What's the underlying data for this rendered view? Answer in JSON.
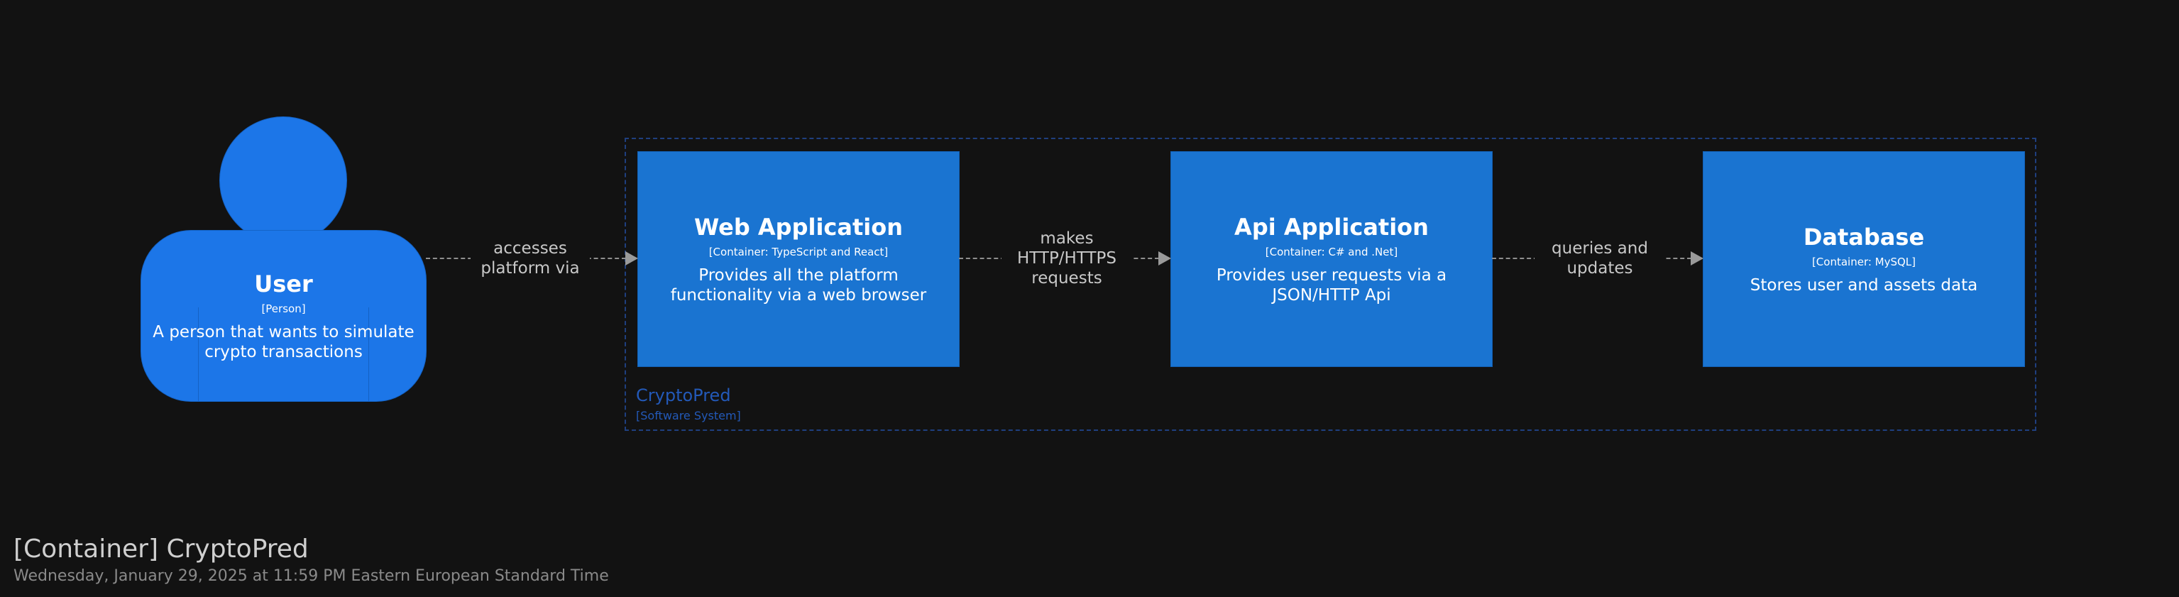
{
  "diagram": {
    "boundary": {
      "name": "CryptoPred",
      "type": "[Software System]"
    },
    "nodes": {
      "user": {
        "title": "User",
        "type": "[Person]",
        "description": "A person that wants to simulate crypto transactions"
      },
      "web_app": {
        "title": "Web Application",
        "type": "[Container: TypeScript and React]",
        "description": "Provides all the platform functionality via a web browser"
      },
      "api_app": {
        "title": "Api Application",
        "type": "[Container: C# and .Net]",
        "description": "Provides user requests via a JSON/HTTP Api"
      },
      "database": {
        "title": "Database",
        "type": "[Container: MySQL]",
        "description": "Stores user and assets data"
      }
    },
    "edges": [
      {
        "from": "User",
        "to": "Web Application",
        "label": "accesses platform via"
      },
      {
        "from": "Web Application",
        "to": "Api Application",
        "label": "makes HTTP/HTTPS requests"
      },
      {
        "from": "Api Application",
        "to": "Database",
        "label": "queries and updates"
      }
    ]
  },
  "footer": {
    "title": "[Container] CryptoPred",
    "subtitle": "Wednesday, January 29, 2025 at 11:59 PM Eastern European Standard Time"
  },
  "colors": {
    "background": "#121212",
    "node_fill": "#1a74d1",
    "person_fill": "#1c76e8",
    "boundary_stroke": "#1f3f7f",
    "boundary_text": "#2359b8",
    "edge": "#8f8f8f"
  }
}
